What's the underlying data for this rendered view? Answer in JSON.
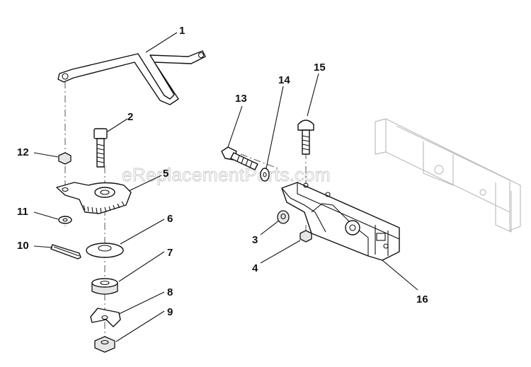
{
  "watermark": "eReplacementParts.com",
  "callouts": [
    {
      "id": "1",
      "label": "1"
    },
    {
      "id": "2",
      "label": "2"
    },
    {
      "id": "3",
      "label": "3"
    },
    {
      "id": "4",
      "label": "4"
    },
    {
      "id": "5",
      "label": "5"
    },
    {
      "id": "6",
      "label": "6"
    },
    {
      "id": "7",
      "label": "7"
    },
    {
      "id": "8",
      "label": "8"
    },
    {
      "id": "9",
      "label": "9"
    },
    {
      "id": "10",
      "label": "10"
    },
    {
      "id": "11",
      "label": "11"
    },
    {
      "id": "12",
      "label": "12"
    },
    {
      "id": "13",
      "label": "13"
    },
    {
      "id": "14",
      "label": "14"
    },
    {
      "id": "15",
      "label": "15"
    },
    {
      "id": "16",
      "label": "16"
    }
  ]
}
